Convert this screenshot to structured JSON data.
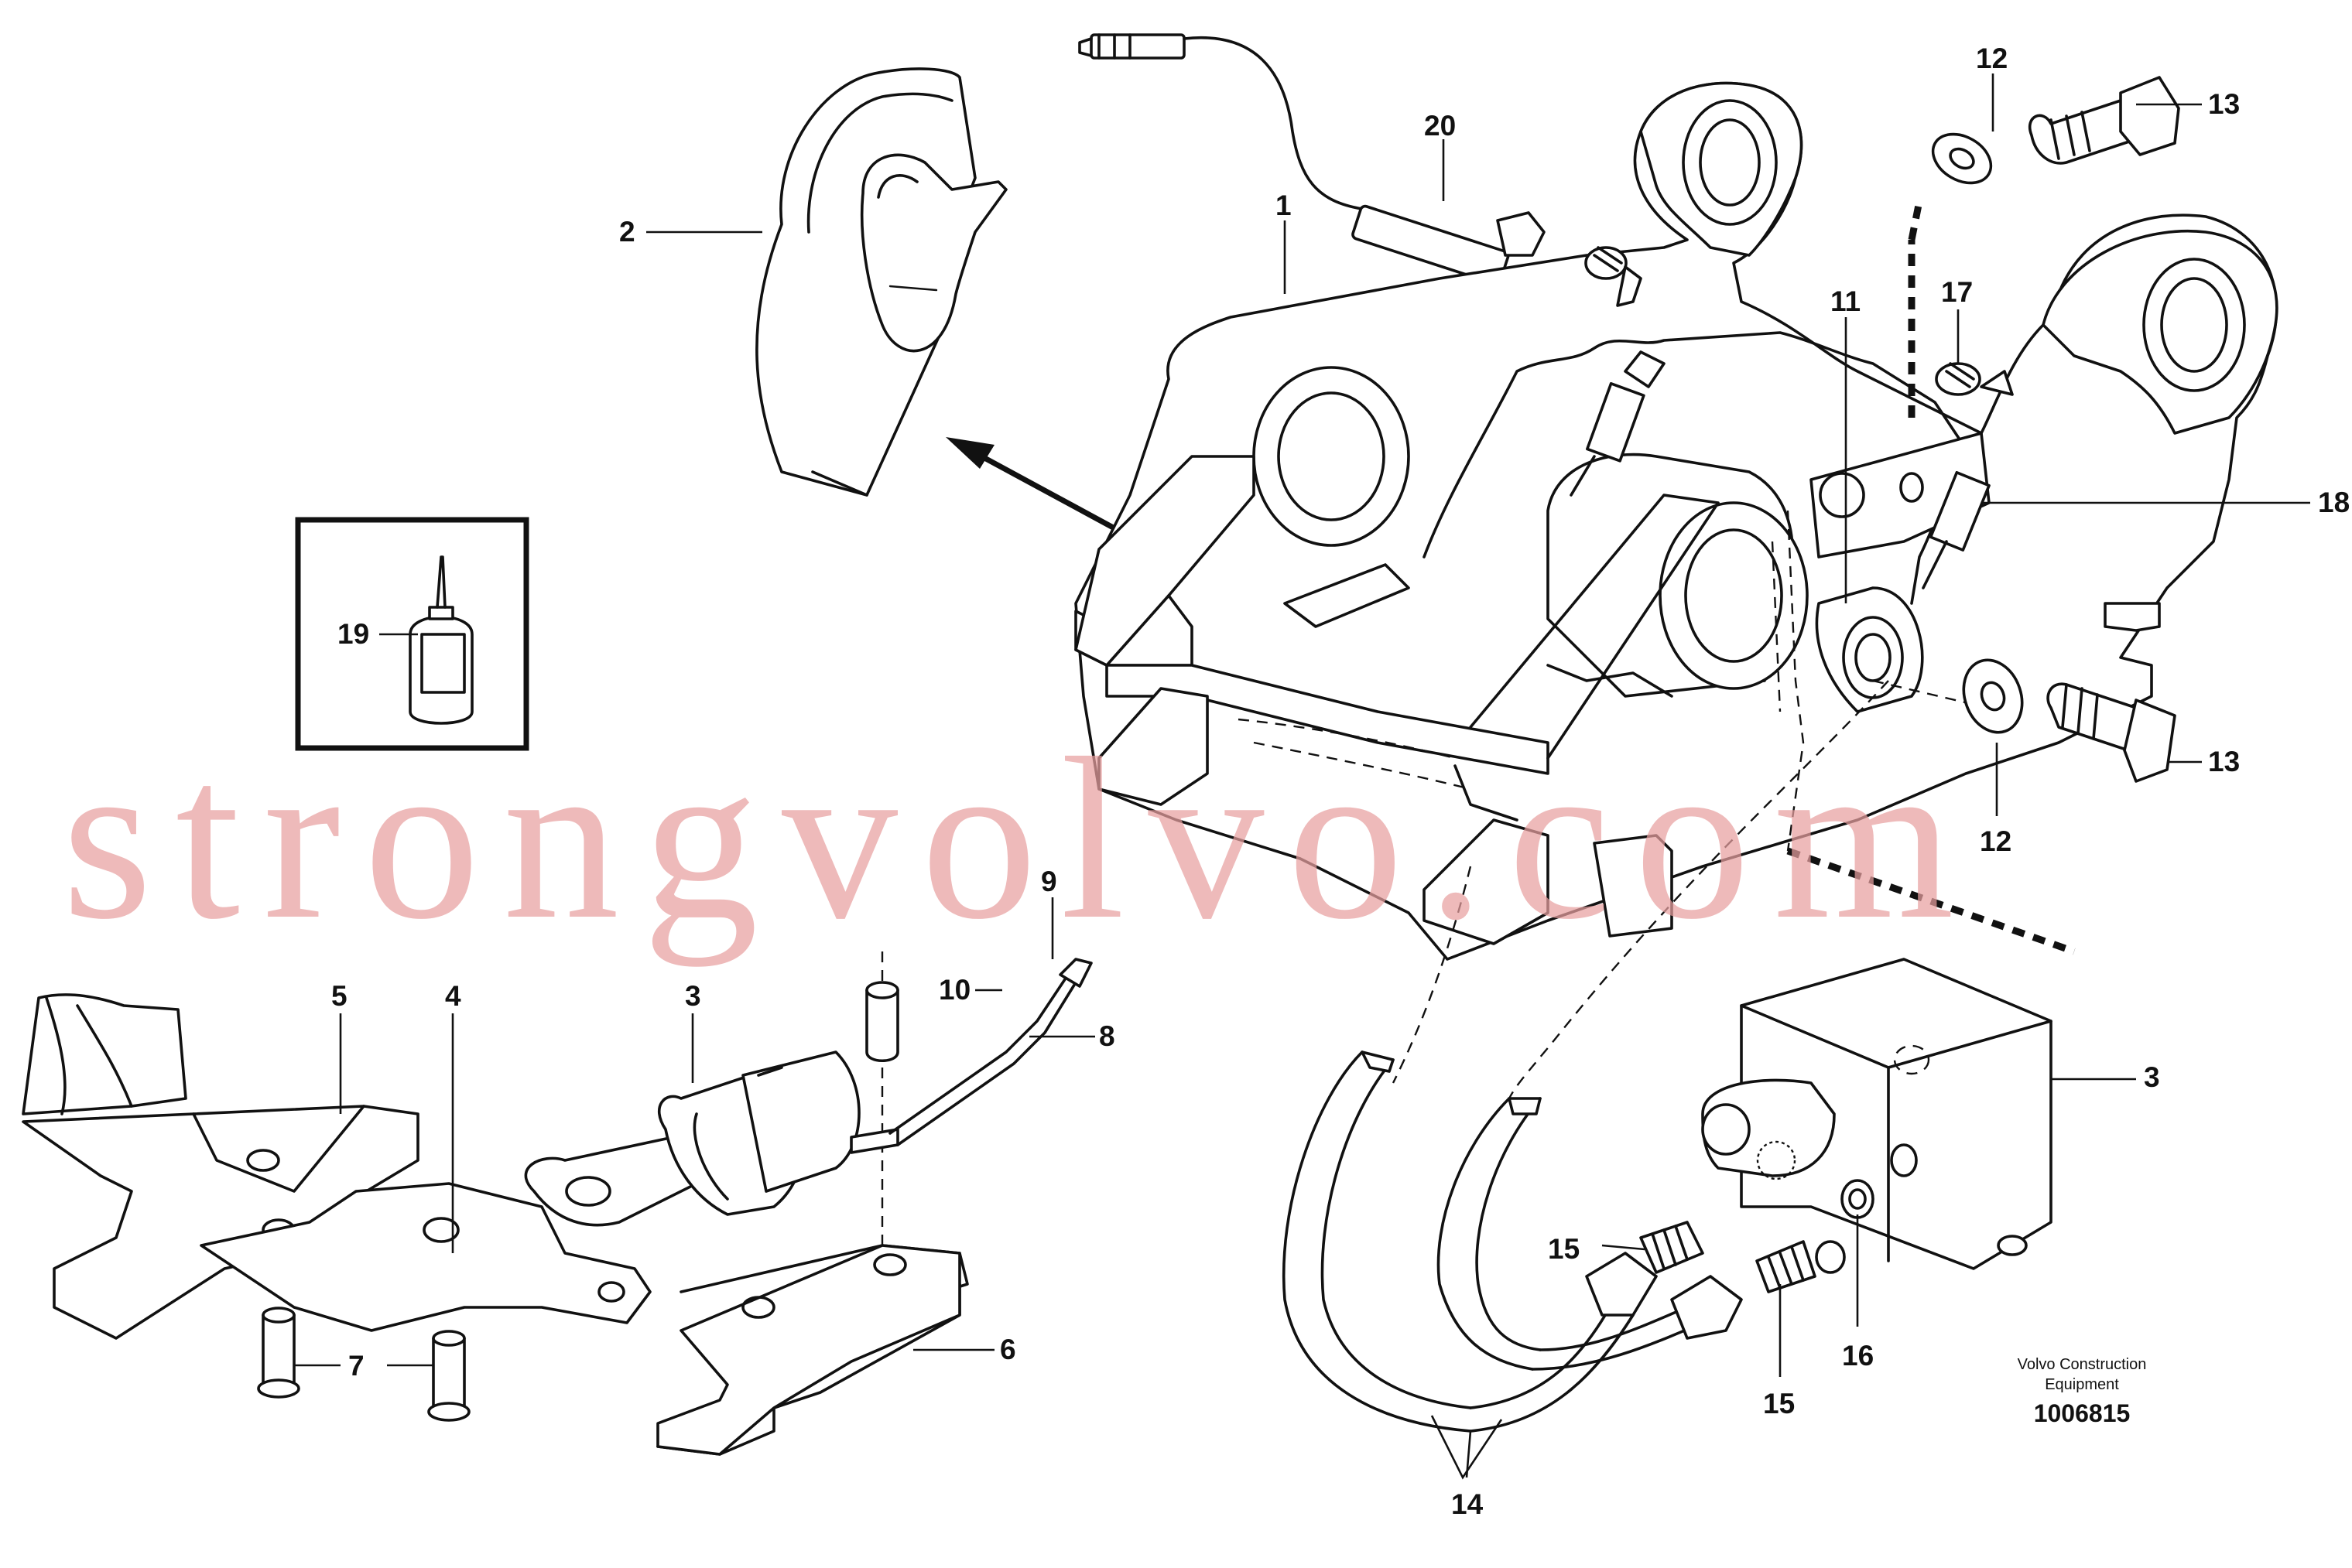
{
  "callouts": {
    "c1": "1",
    "c2": "2",
    "c3a": "3",
    "c3b": "3",
    "c4": "4",
    "c5": "5",
    "c6": "6",
    "c7": "7",
    "c8": "8",
    "c9": "9",
    "c10": "10",
    "c11": "11",
    "c12a": "12",
    "c12b": "12",
    "c13a": "13",
    "c13b": "13",
    "c14": "14",
    "c15a": "15",
    "c15b": "15",
    "c16": "16",
    "c17": "17",
    "c18": "18",
    "c19": "19",
    "c20": "20"
  },
  "watermark": "strongvolvo.com",
  "footer": {
    "maker_line1": "Volvo Construction",
    "maker_line2": "Equipment",
    "reference": "1006815"
  },
  "colors": {
    "line": "#111111",
    "watermark": "#e7a0a0",
    "background": "#ffffff"
  }
}
